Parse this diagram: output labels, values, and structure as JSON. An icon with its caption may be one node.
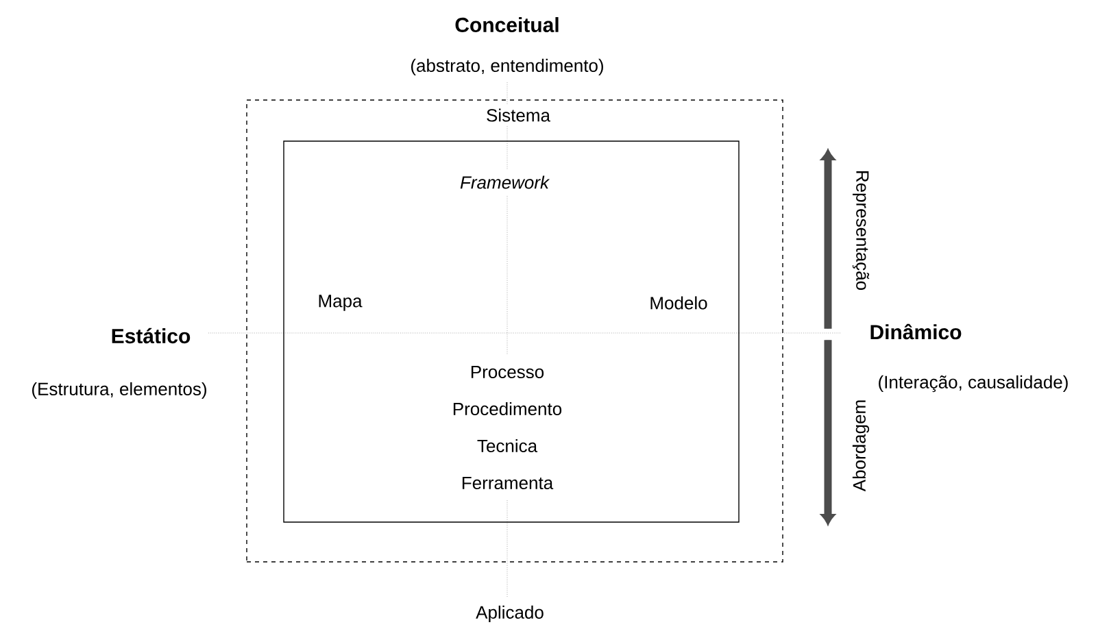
{
  "diagram": {
    "nodes": [
      {
        "text": [
          "Sistema"
        ]
      },
      {
        "text": [
          "Framework",
          "Mapa",
          "Modelo",
          "Processo Procedimento Tecnica Ferramenta"
        ],
        "in": 0
      }
    ],
    "labels": [
      "Conceitual",
      "(abstrato, entendimento)",
      "Estático",
      "(Estrutura, elementos)",
      "Dinâmico",
      "(Interação, causalidade)",
      "Aplicado",
      "Representação",
      "Abordagem"
    ]
  }
}
